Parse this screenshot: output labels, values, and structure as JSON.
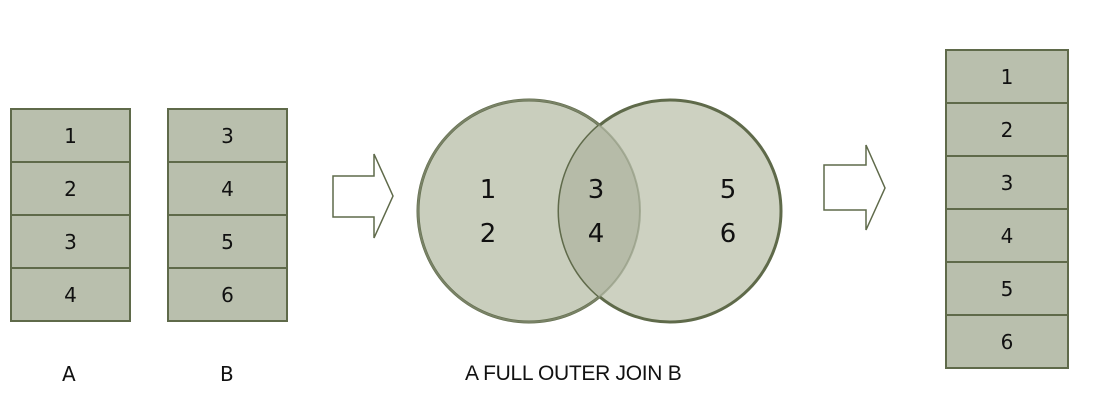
{
  "table_a": {
    "label": "A",
    "values": [
      "1",
      "2",
      "3",
      "4"
    ]
  },
  "table_b": {
    "label": "B",
    "values": [
      "3",
      "4",
      "5",
      "6"
    ]
  },
  "venn": {
    "caption": "A FULL OUTER JOIN B",
    "left_only": [
      "1",
      "2"
    ],
    "intersection": [
      "3",
      "4"
    ],
    "right_only": [
      "5",
      "6"
    ]
  },
  "result": {
    "values": [
      "1",
      "2",
      "3",
      "4",
      "5",
      "6"
    ]
  },
  "colors": {
    "cell_fill": "#b9bfad",
    "cell_border": "#5f6a4a",
    "circle_fill": "#c9cebd",
    "overlap_fill": "#b6bba8",
    "circle_stroke": "#5f6a4a"
  }
}
